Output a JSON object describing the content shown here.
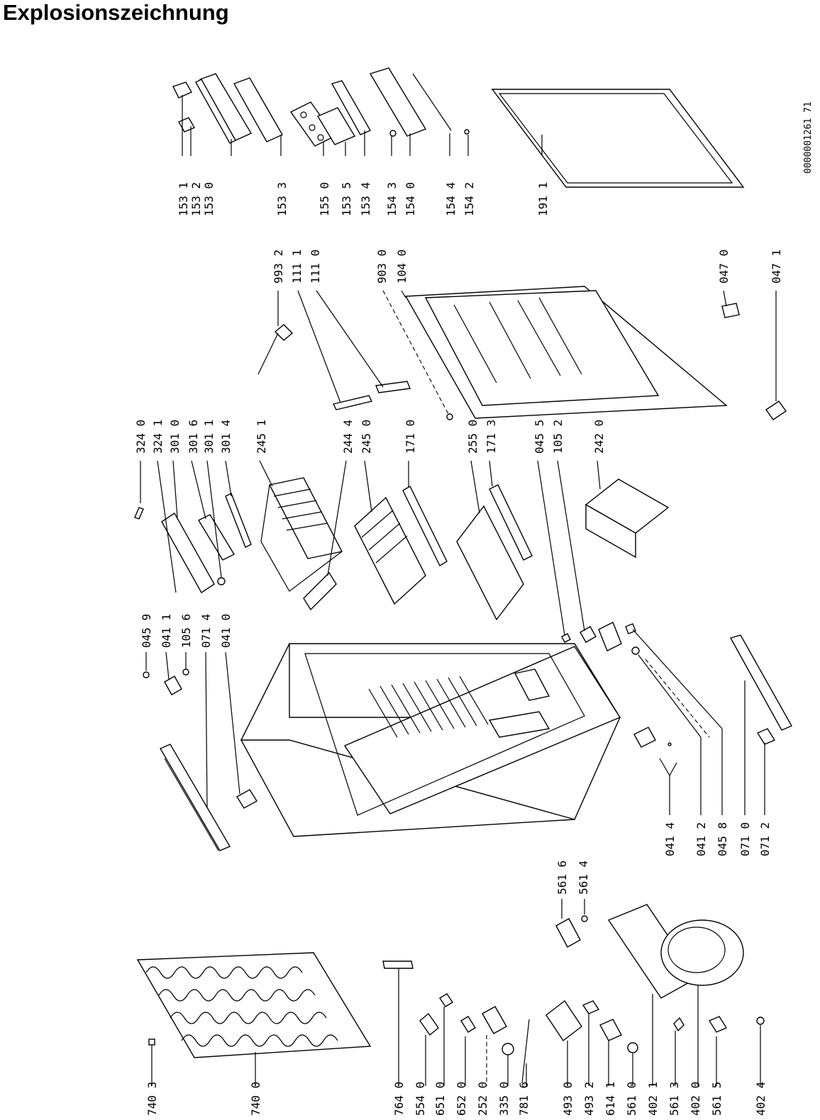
{
  "title": "Explosionszeichnung",
  "doc_number": "0000001261 71",
  "labels": {
    "l_7403": "740 3",
    "l_7400": "740 0",
    "l_7640": "764 0",
    "l_5540": "554 0",
    "l_6510": "651 0",
    "l_6520": "652 0",
    "l_2520": "252 0",
    "l_3350": "335 0",
    "l_7816": "781 6",
    "l_4930": "493 0",
    "l_4932": "493 2",
    "l_6141": "614 1",
    "l_5610": "561 0",
    "l_4021": "402 1",
    "l_5613": "561 3",
    "l_4020": "402 0",
    "l_5615": "561 5",
    "l_4024": "402 4",
    "l_5616": "561 6",
    "l_5614": "561 4",
    "l_0459": "045 9",
    "l_0411": "041 1",
    "l_1056": "105 6",
    "l_0714": "071 4",
    "l_0410": "041 0",
    "l_3240": "324 0",
    "l_3241": "324 1",
    "l_3010": "301 0",
    "l_3016": "301 6",
    "l_3011": "301 1",
    "l_3014": "301 4",
    "l_2451": "245 1",
    "l_2444": "244 4",
    "l_2450": "245 0",
    "l_1710": "171 0",
    "l_2550": "255 0",
    "l_1713": "171 3",
    "l_0455": "045 5",
    "l_1052": "105 2",
    "l_2420": "242 0",
    "l_0414": "041 4",
    "l_0412": "041 2",
    "l_0458": "045 8",
    "l_0710": "071 0",
    "l_0712": "071 2",
    "l_9932": "993 2",
    "l_1111": "111 1",
    "l_1110": "111 0",
    "l_9030": "903 0",
    "l_1040": "104 0",
    "l_0470": "047 0",
    "l_0471": "047 1",
    "l_1531": "153 1",
    "l_1532": "153 2",
    "l_1530": "153 0",
    "l_1533": "153 3",
    "l_1550": "155 0",
    "l_1535": "153 5",
    "l_1534": "153 4",
    "l_1543": "154 3",
    "l_1540": "154 0",
    "l_1544": "154 4",
    "l_1542": "154 2",
    "l_1911": "191 1"
  }
}
